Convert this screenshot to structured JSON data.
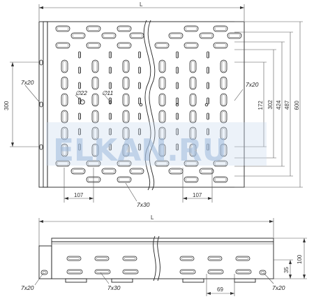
{
  "top_view": {
    "overall_label": "L",
    "width_dims": [
      "172",
      "302",
      "424",
      "487",
      "600"
    ],
    "left_dim": "300",
    "bottom_dims": [
      "107",
      "107"
    ],
    "hole_d22": "∅22",
    "hole_d11": "∅11",
    "slot_7x20_left": "7x20",
    "slot_7x20_right": "7x20",
    "slot_7x30": "7x30"
  },
  "side_view": {
    "overall_label": "L",
    "height_dims": [
      "35",
      "100"
    ],
    "pitch_dim": "69",
    "slot_7x20_left": "7x20",
    "slot_7x30": "7x30",
    "slot_7x20_right": "7x20"
  },
  "watermark": "ELKAN.RU",
  "colors": {
    "line": "#222222",
    "watermark": "#9fbbdd"
  }
}
